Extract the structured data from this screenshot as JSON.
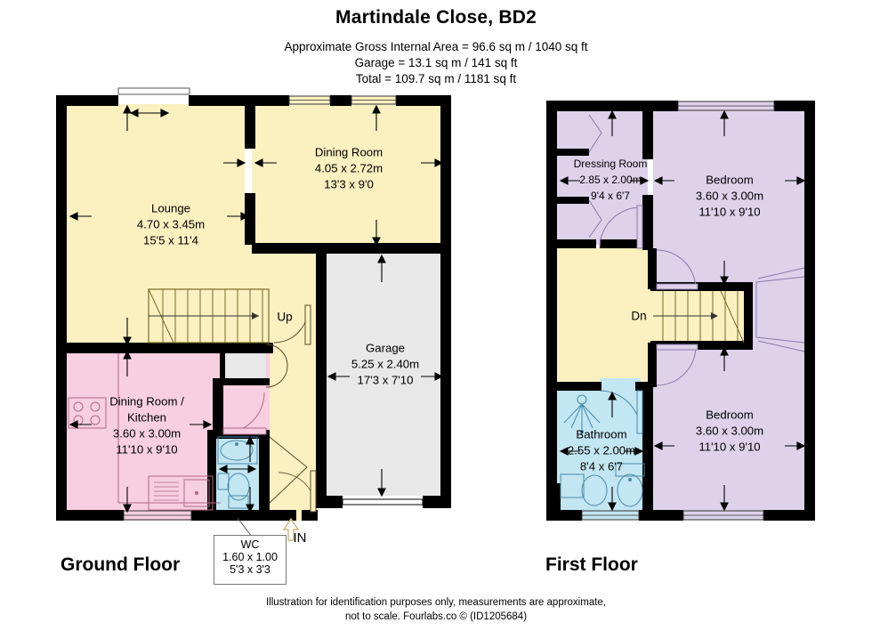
{
  "header": {
    "title": "Martindale Close, BD2",
    "area_line_1": "Approximate Gross Internal Area = 96.6 sq m / 1040 sq ft",
    "area_line_2": "Garage = 13.1 sq m / 141 sq ft",
    "area_line_3": "Total = 109.7 sq m / 1181 sq ft"
  },
  "floors": {
    "ground_label": "Ground Floor",
    "first_label": "First Floor"
  },
  "ground": {
    "lounge": {
      "name": "Lounge",
      "metric": "4.70 x 3.45m",
      "imperial": "15'5 x 11'4"
    },
    "dining_room": {
      "name": "Dining Room",
      "metric": "4.05 x 2.72m",
      "imperial": "13'3 x 9'0"
    },
    "garage": {
      "name": "Garage",
      "metric": "5.25 x 2.40m",
      "imperial": "17'3 x 7'10"
    },
    "kitchen": {
      "name_line_1": "Dining Room /",
      "name_line_2": "Kitchen",
      "metric": "3.60 x 3.00m",
      "imperial": "11'10 x 9'10"
    },
    "wc": {
      "name": "WC",
      "metric": "1.60 x 1.00",
      "imperial": "5'3 x 3'3"
    },
    "stairs_label": "Up",
    "entrance_label": "IN"
  },
  "first": {
    "dressing_room": {
      "name": "Dressing Room",
      "metric": "2.85 x 2.00m",
      "imperial": "9'4 x 6'7"
    },
    "bedroom_1": {
      "name": "Bedroom",
      "metric": "3.60 x 3.00m",
      "imperial": "11'10 x 9'10"
    },
    "bedroom_2": {
      "name": "Bedroom",
      "metric": "3.60 x 3.00m",
      "imperial": "11'10 x 9'10"
    },
    "bathroom": {
      "name": "Bathroom",
      "metric": "2.55 x 2.00m",
      "imperial": "8'4 x 6'7"
    },
    "stairs_label": "Dn"
  },
  "footer": {
    "line_1": "Illustration for identification purposes only, measurements are approximate,",
    "line_2": "not to scale. Fourlabs.co © (ID1205684)"
  },
  "colors": {
    "wall": "#000000",
    "lounge_fill": "#faf0c0",
    "kitchen_fill": "#f7cfe0",
    "garage_fill": "#e8e8e8",
    "bedroom_fill": "#ddd2ea",
    "bathroom_fill": "#c2e6f2",
    "background": "#ffffff"
  }
}
